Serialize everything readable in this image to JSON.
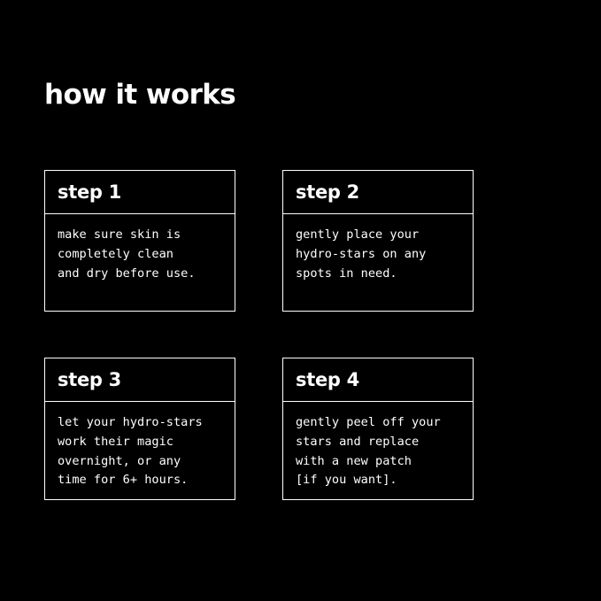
{
  "theme": {
    "background": "#000000",
    "foreground": "#ffffff",
    "border": "#ffffff"
  },
  "header": {
    "title": "how it works"
  },
  "steps": [
    {
      "id": "step-1",
      "label": "step 1",
      "lines": [
        "make sure skin is",
        "completely clean",
        "and dry before use."
      ]
    },
    {
      "id": "step-2",
      "label": "step 2",
      "lines": [
        "gently place your",
        "hydro-stars on any",
        "spots in need."
      ]
    },
    {
      "id": "step-3",
      "label": "step 3",
      "lines": [
        "let your hydro-stars",
        "work their magic",
        "overnight, or any",
        "time for 6+ hours."
      ]
    },
    {
      "id": "step-4",
      "label": "step 4",
      "lines": [
        "gently peel off your",
        "stars and replace",
        "with a new patch",
        "[if you want]."
      ]
    }
  ]
}
